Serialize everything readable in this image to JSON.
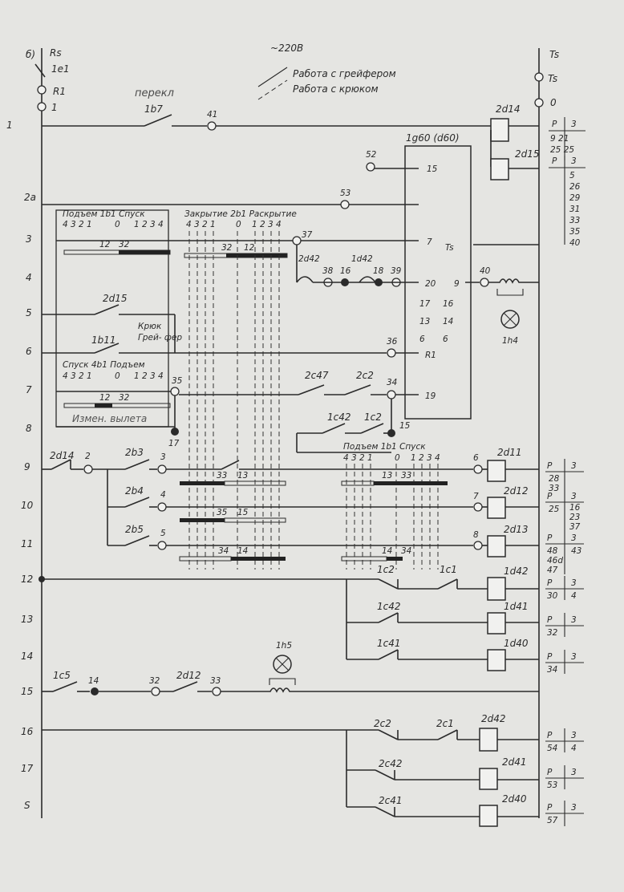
{
  "header": {
    "voltage": "~220В",
    "legend_solid": "Работа с грейфером",
    "legend_dashed": "Работа с крюком",
    "handwritten_note": "перекл",
    "left_supply": "б)",
    "rs_label": "Rs",
    "e1_label": "1е1",
    "r1_label": "R1",
    "left_terminal": "1",
    "ts_label_top": "Ts",
    "ts_label": "Ts",
    "right_terminal": "0"
  },
  "row_numbers": [
    "1",
    "2а",
    "3",
    "4",
    "5",
    "6",
    "7",
    "8",
    "9",
    "10",
    "11",
    "12",
    "13",
    "14",
    "15",
    "16",
    "17",
    "S"
  ],
  "switches": {
    "b7": "1b7",
    "d15": "2d15",
    "b11": "1b11",
    "c47": "2с47",
    "c2_row7": "2с2",
    "c42_row8": "1с42",
    "c2_row8": "1с2",
    "d14_row9": "2d14",
    "b3": "2b3",
    "b4": "2b4",
    "b5": "2b5",
    "c2_row12": "1с2",
    "c1_row12": "1с1",
    "c42_row13": "1с42",
    "c41_row14": "1с41",
    "c5": "1с5",
    "d12": "2d12",
    "c2_row16": "2с2",
    "c1_row16": "2с1",
    "c42_row17": "2с42",
    "c41_row18": "2с41"
  },
  "terminals": {
    "t41": "41",
    "t52": "52",
    "t53": "53",
    "t37": "37",
    "t38": "38",
    "t16": "16",
    "t18": "18",
    "t39": "39",
    "t40": "40",
    "t36": "36",
    "t35": "35",
    "t34": "34",
    "t15": "15",
    "t17": "17",
    "t2": "2",
    "t3": "3",
    "t4": "4",
    "t5": "5",
    "t6": "6",
    "t7": "7",
    "t8": "8",
    "t12": "12",
    "t14": "14",
    "t32": "32",
    "t33": "33"
  },
  "block": {
    "title": "1g60 (d60)",
    "pins": [
      "15",
      "7",
      "20",
      "17",
      "13",
      "6",
      "R1",
      "19"
    ],
    "pin_pairs": [
      "16",
      "14",
      "6"
    ],
    "ts_pin": "Ts",
    "pin9": "9"
  },
  "controllers": {
    "lift1": {
      "title": "Подъем 1b1 Спуск",
      "pos_left": "4 3 2 1",
      "zero": "0",
      "pos_right": "1 2 3 4",
      "contacts": [
        "12",
        "32"
      ]
    },
    "close2": {
      "title": "Закрытие 2b1 Раскрытие",
      "pos_left": "4 3 2 1",
      "zero": "0",
      "pos_right": "1 2 3 4",
      "contacts": [
        "32",
        "12"
      ]
    },
    "lower4": {
      "title": "Спуск 4b1 Подъем",
      "pos_left": "4 3 2 1",
      "zero": "0",
      "pos_right": "1 2 3 4",
      "contacts": [
        "12",
        "32"
      ],
      "handwritten": "Измен. вылета"
    },
    "lift1_low": {
      "title": "Подъем 1b1 Спуск",
      "pos_left": "4 3 2 1",
      "zero": "0",
      "pos_right": "1 2 3 4"
    },
    "row9_contacts": [
      "33",
      "13"
    ],
    "row10_contacts": [
      "35",
      "15"
    ],
    "row11_contacts": [
      "34",
      "14"
    ],
    "low9_contacts": [
      "13",
      "33"
    ],
    "low11_contacts": [
      "14",
      "34"
    ]
  },
  "hook_grab": {
    "hook": "Крюк",
    "grab": "Грей-\nфер"
  },
  "coils": [
    {
      "name": "2d14",
      "relay": [
        "P",
        "3"
      ],
      "refs": [
        "9   21",
        "25  25"
      ]
    },
    {
      "name": "2d15",
      "relay": [
        "P",
        "3"
      ],
      "refs": [
        "5",
        "26",
        "29",
        "31",
        "33",
        "35",
        "40"
      ]
    },
    {
      "name": "2d11",
      "relay": [
        "P",
        "3"
      ],
      "refs": [
        "28",
        "33"
      ]
    },
    {
      "name": "2d12",
      "relay": [
        "P",
        "3"
      ],
      "refs": [
        "25",
        "16",
        "23",
        "37"
      ]
    },
    {
      "name": "2d13",
      "relay": [
        "P",
        "3"
      ],
      "refs": [
        "48",
        "46d",
        "43",
        "47"
      ]
    },
    {
      "name": "1d42",
      "relay": [
        "P",
        "3"
      ],
      "refs": [
        "30",
        "4"
      ]
    },
    {
      "name": "1d41",
      "relay": [
        "P",
        "3"
      ],
      "refs": [
        "32"
      ]
    },
    {
      "name": "1d40",
      "relay": [
        "P",
        "3"
      ],
      "refs": [
        "34"
      ]
    },
    {
      "name": "2d42",
      "relay": [
        "P",
        "3"
      ],
      "refs": [
        "54",
        "4"
      ]
    },
    {
      "name": "2d41",
      "relay": [
        "P",
        "3"
      ],
      "refs": [
        "53"
      ]
    },
    {
      "name": "2d40",
      "relay": [
        "P",
        "3"
      ],
      "refs": [
        "57"
      ]
    }
  ],
  "lamps": {
    "h4": "1h4",
    "h5": "1h5"
  },
  "relays_misc": {
    "d42": "2d42",
    "d42b": "1d42"
  }
}
